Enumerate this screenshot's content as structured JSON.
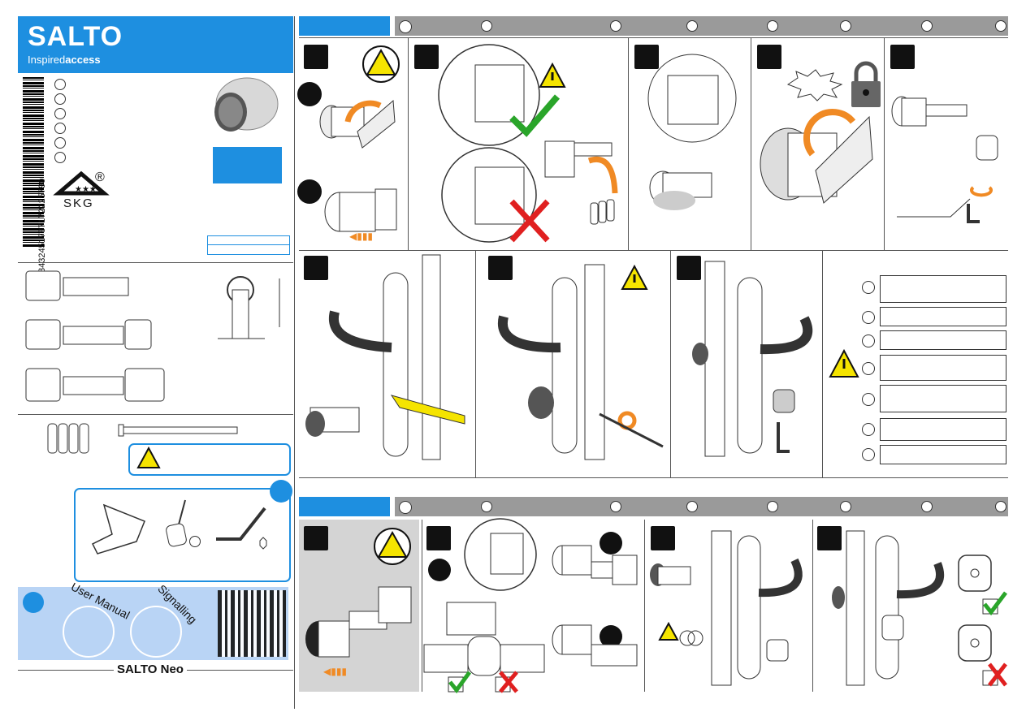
{
  "brand": {
    "name": "SALTO",
    "tagline_light": "Inspired",
    "tagline_bold": "access",
    "brand_color": "#1e8fe0"
  },
  "left_panel": {
    "barcode_number": "8432451737172225790",
    "skg_label": "SKG",
    "skg_registered": "®",
    "user_manual_label": "User Manual",
    "signalling_label": "Signalling",
    "product_title": "SALTO Neo",
    "product_badge": "SALTO"
  },
  "section_b": {
    "blank_note": ""
  },
  "colors": {
    "accent": "#1e8fe0",
    "light_blue": "#b9d4f5",
    "bar_gray": "#9a9a9a",
    "check_green": "#2aa52a",
    "cross_red": "#e02020",
    "warn_yellow": "#f5e400",
    "orange": "#f08a24"
  },
  "icons": [
    "esd-warning-icon",
    "warning-icon",
    "checkmark-icon",
    "cross-icon",
    "padlock-icon",
    "hex-key-icon",
    "screwdriver-icon",
    "qr-code-icon",
    "battery-icon"
  ]
}
